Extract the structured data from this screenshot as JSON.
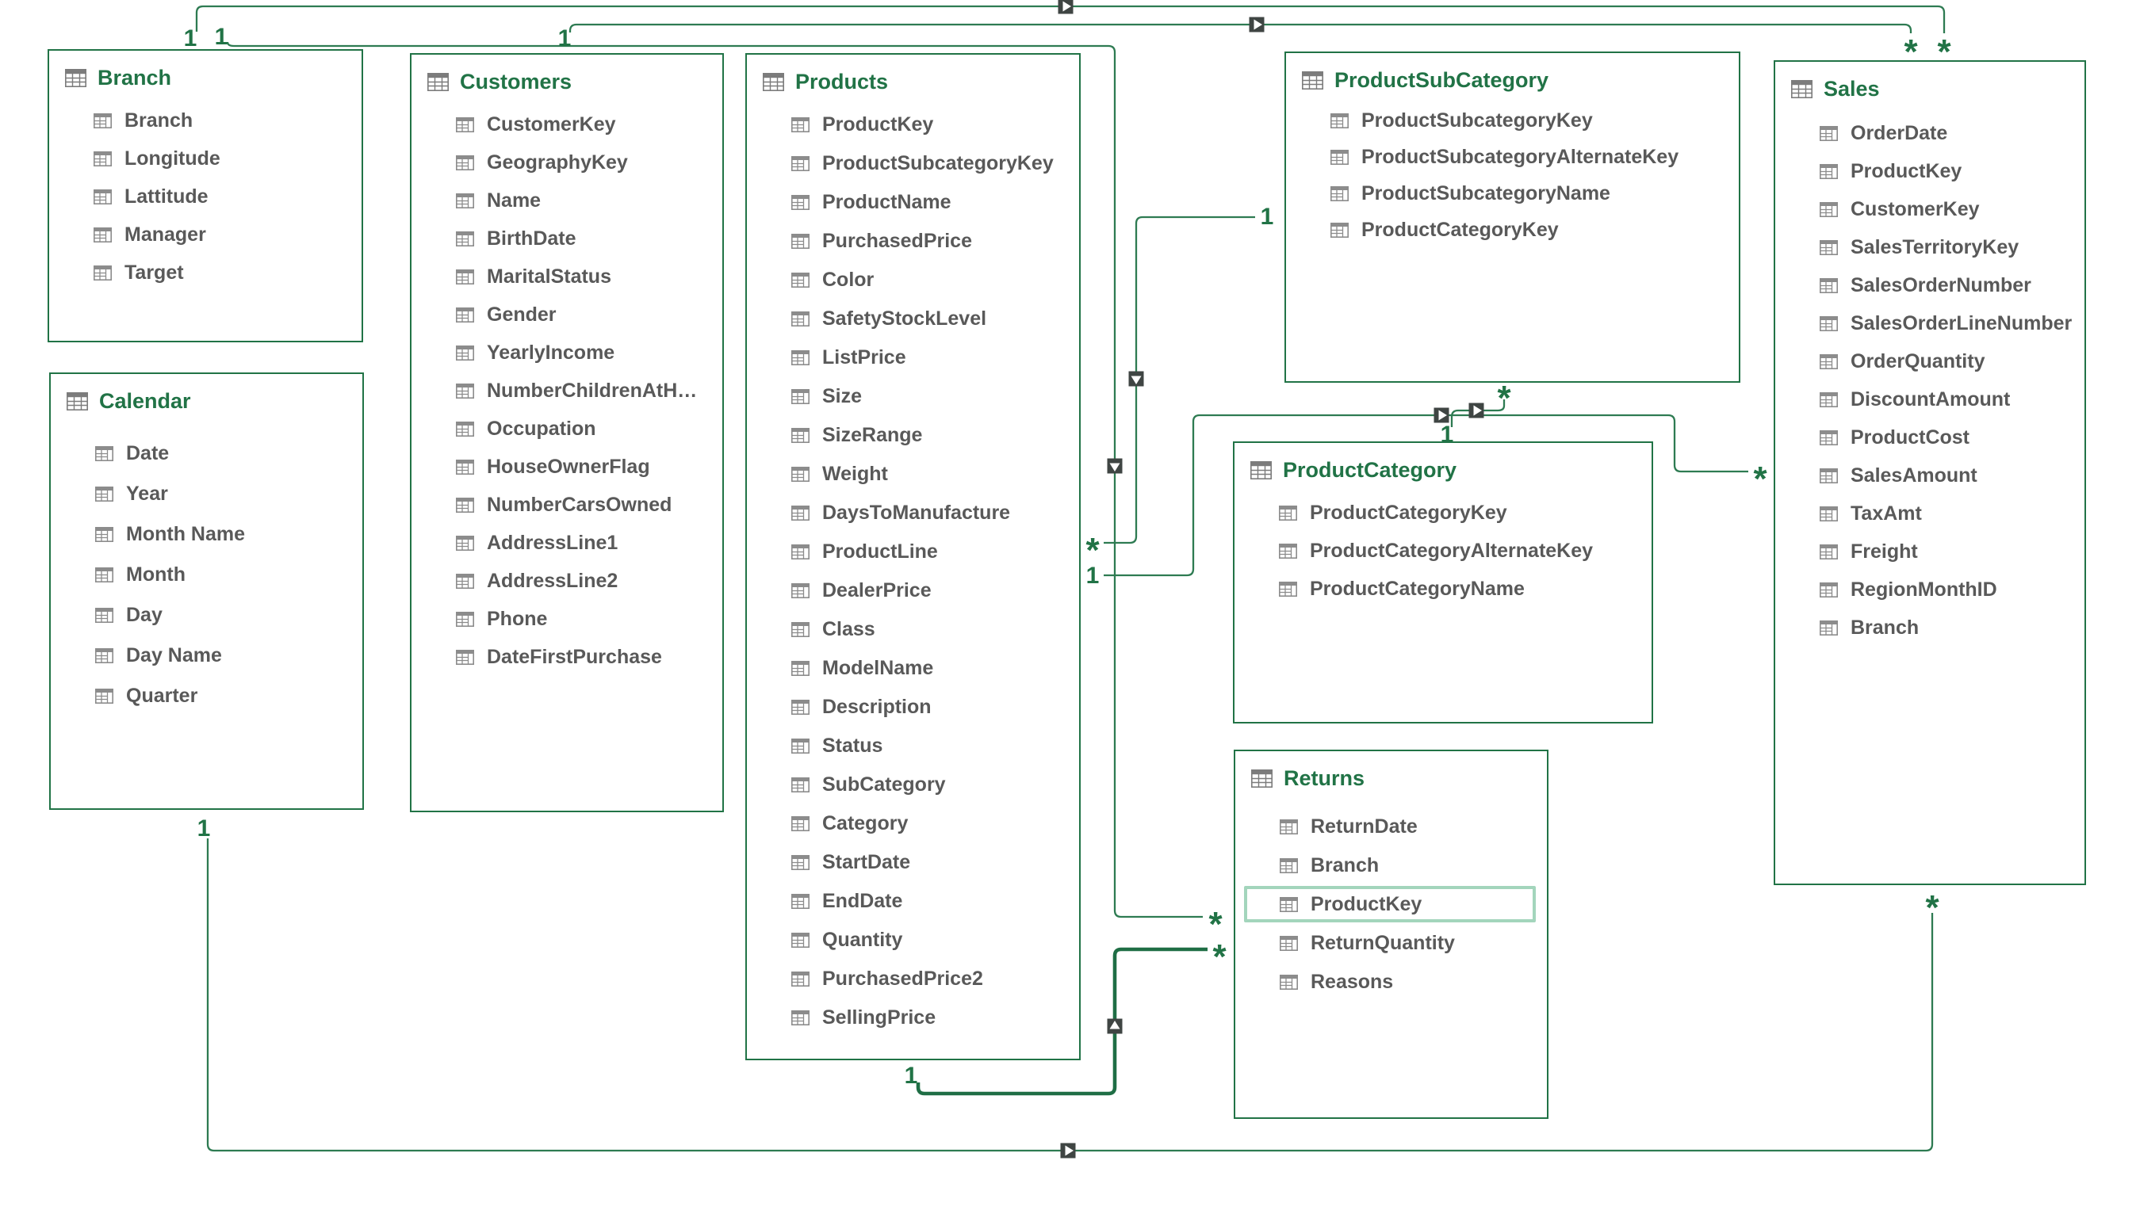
{
  "diagram": {
    "background": "#ffffff",
    "table_border_color": "#217346",
    "title_color": "#217346",
    "field_color": "#595959",
    "line_color": "#2e7b52",
    "selected_line_color": "#1f6e45",
    "highlight_color": "#a3d5bc",
    "marker_color": "#3f4543"
  },
  "tables": [
    {
      "name": "Branch",
      "icon": "table-icon",
      "fields": [
        "Branch",
        "Longitude",
        "Lattitude",
        "Manager",
        "Target"
      ]
    },
    {
      "name": "Calendar",
      "icon": "table-icon",
      "fields": [
        "Date",
        "Year",
        "Month Name",
        "Month",
        "Day",
        "Day Name",
        "Quarter"
      ]
    },
    {
      "name": "Customers",
      "icon": "table-icon",
      "fields": [
        "CustomerKey",
        "GeographyKey",
        "Name",
        "BirthDate",
        "MaritalStatus",
        "Gender",
        "YearlyIncome",
        "NumberChildrenAtH…",
        "Occupation",
        "HouseOwnerFlag",
        "NumberCarsOwned",
        "AddressLine1",
        "AddressLine2",
        "Phone",
        "DateFirstPurchase"
      ]
    },
    {
      "name": "Products",
      "icon": "table-icon",
      "fields": [
        "ProductKey",
        "ProductSubcategoryKey",
        "ProductName",
        "PurchasedPrice",
        "Color",
        "SafetyStockLevel",
        "ListPrice",
        "Size",
        "SizeRange",
        "Weight",
        "DaysToManufacture",
        "ProductLine",
        "DealerPrice",
        "Class",
        "ModelName",
        "Description",
        "Status",
        "SubCategory",
        "Category",
        "StartDate",
        "EndDate",
        "Quantity",
        "PurchasedPrice2",
        "SellingPrice"
      ]
    },
    {
      "name": "ProductSubCategory",
      "icon": "table-icon",
      "fields": [
        "ProductSubcategoryKey",
        "ProductSubcategoryAlternateKey",
        "ProductSubcategoryName",
        "ProductCategoryKey"
      ]
    },
    {
      "name": "ProductCategory",
      "icon": "table-icon",
      "fields": [
        "ProductCategoryKey",
        "ProductCategoryAlternateKey",
        "ProductCategoryName"
      ]
    },
    {
      "name": "Returns",
      "icon": "table-icon",
      "highlighted_field": "ProductKey",
      "fields": [
        "ReturnDate",
        "Branch",
        "ProductKey",
        "ReturnQuantity",
        "Reasons"
      ]
    },
    {
      "name": "Sales",
      "icon": "table-icon",
      "fields": [
        "OrderDate",
        "ProductKey",
        "CustomerKey",
        "SalesTerritoryKey",
        "SalesOrderNumber",
        "SalesOrderLineNumber",
        "OrderQuantity",
        "DiscountAmount",
        "ProductCost",
        "SalesAmount",
        "TaxAmt",
        "Freight",
        "RegionMonthID",
        "Branch"
      ]
    }
  ],
  "relationships": [
    {
      "id": "branch-sales",
      "from": "Branch",
      "to": "Sales",
      "one": "1",
      "many": "*",
      "marker": "right-arrow-icon",
      "selected": false
    },
    {
      "id": "customers-sales",
      "from": "Customers",
      "to": "Sales",
      "one": "1",
      "many": "*",
      "marker": "right-arrow-icon",
      "selected": false
    },
    {
      "id": "branch-returns",
      "from": "Branch",
      "to": "Returns",
      "one": "1",
      "many": "*",
      "marker": "down-arrow-icon",
      "selected": false
    },
    {
      "id": "products-productsubcategory",
      "from": "Products",
      "to": "ProductSubCategory",
      "one": "1",
      "many": "*",
      "marker": "down-arrow-icon",
      "selected": false
    },
    {
      "id": "products-sales",
      "from": "Products",
      "to": "Sales",
      "one": "1",
      "many": "*",
      "marker": "right-arrow-icon",
      "selected": false
    },
    {
      "id": "productsubcategory-productcategory",
      "from": "ProductSubCategory",
      "to": "ProductCategory",
      "one": "1",
      "many": "*",
      "marker": "right-arrow-icon",
      "selected": false
    },
    {
      "id": "products-returns",
      "from": "Products",
      "to": "Returns",
      "one": "1",
      "many": "*",
      "marker": "up-arrow-icon",
      "selected": true
    },
    {
      "id": "calendar-sales",
      "from": "Calendar",
      "to": "Sales",
      "one": "1",
      "many": "*",
      "marker": "right-arrow-icon",
      "selected": false
    }
  ]
}
